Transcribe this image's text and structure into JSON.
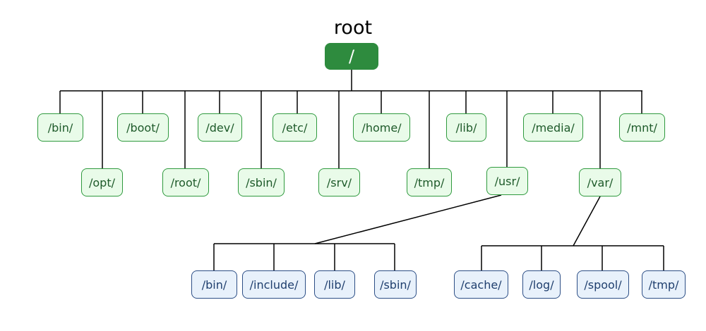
{
  "root": {
    "title": "root",
    "label": "/"
  },
  "level1_top": [
    "/bin/",
    "/boot/",
    "/dev/",
    "/etc/",
    "/home/",
    "/lib/",
    "/media/",
    "/mnt/"
  ],
  "level1_bottom": [
    "/opt/",
    "/root/",
    "/sbin/",
    "/srv/",
    "/tmp/",
    "/usr/",
    "/var/"
  ],
  "usr_children": [
    "/bin/",
    "/include/",
    "/lib/",
    "/sbin/"
  ],
  "var_children": [
    "/cache/",
    "/log/",
    "/spool/",
    "/tmp/"
  ],
  "colors": {
    "root_fill": "#2e8b3e",
    "level1_fill": "#e9fbe9",
    "level1_border": "#2f9a3e",
    "level2_fill": "#e8f1fb",
    "level2_border": "#2d4f86",
    "line": "#000000"
  }
}
